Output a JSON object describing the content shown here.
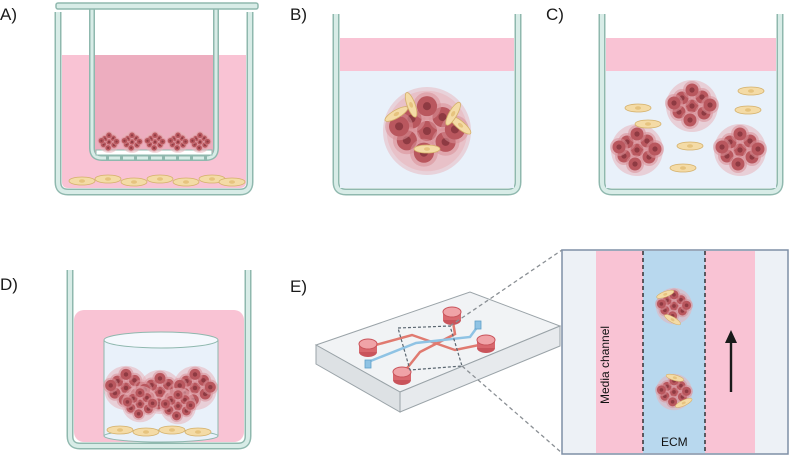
{
  "panels": {
    "a": {
      "label": "A)"
    },
    "b": {
      "label": "B)"
    },
    "c": {
      "label": "C)"
    },
    "d": {
      "label": "D)"
    },
    "e": {
      "label": "E)"
    }
  },
  "zoom": {
    "media_channel_label": "Media channel",
    "ecm_label": "ECM"
  },
  "colors": {
    "well_wall": "#c9e3dd",
    "well_stroke": "#8fb8ae",
    "media_pink": "#f9c3d4",
    "liquid_blue": "#e9f1fa",
    "ecm_blue": "#b8d8ee",
    "spheroid": "#b9575e",
    "spheroid_halo": "#d88f97",
    "stromal_cell": "#f4dba6",
    "chip_body": "#eceff1",
    "chip_channel_red": "#e07a70",
    "chip_channel_blue": "#8fc3e4"
  }
}
